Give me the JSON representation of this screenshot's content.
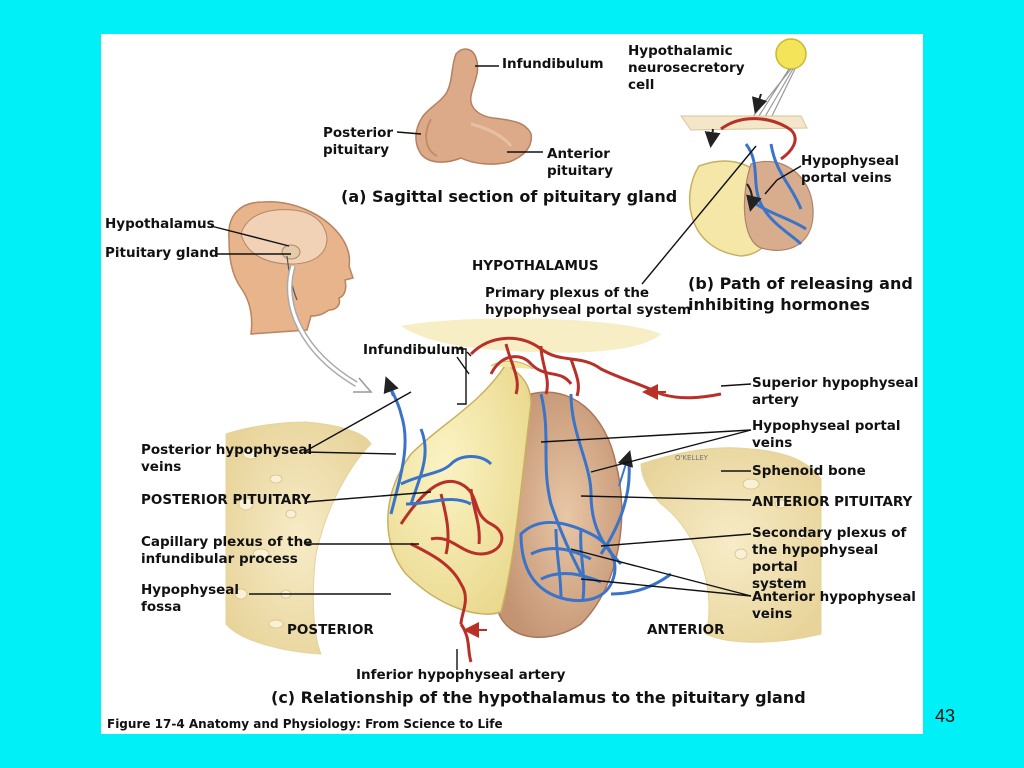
{
  "labels": {
    "infundibulum_a": "Infundibulum",
    "posterior_pituitary_a": "Posterior\npituitary",
    "anterior_pituitary_a": "Anterior\npituitary",
    "hypothalamic_cell": "Hypothalamic\nneurosecretory\ncell",
    "portal_veins_b": "Hypophyseal\nportal veins",
    "hypothalamus": "Hypothalamus",
    "pituitary_gland": "Pituitary gland",
    "hypothalamus_caps": "HYPOTHALAMUS",
    "primary_plexus": "Primary plexus of the\nhypophyseal portal system",
    "infundibulum_c": "Infundibulum",
    "superior_artery": "Superior hypophyseal\nartery",
    "portal_veins_c": "Hypophyseal portal\nveins",
    "sphenoid_bone": "Sphenoid bone",
    "anterior_pituitary_c": "ANTERIOR PITUITARY",
    "secondary_plexus": "Secondary plexus of\nthe hypophyseal portal\nsystem",
    "anterior_veins": "Anterior hypophyseal\nveins",
    "posterior_veins": "Posterior hypophyseal\nveins",
    "posterior_pituitary_c": "POSTERIOR PITUITARY",
    "capillary_plexus": "Capillary plexus of the\ninfundibular process",
    "hypophyseal_fossa": "Hypophyseal\nfossa",
    "posterior": "POSTERIOR",
    "anterior": "ANTERIOR",
    "inferior_artery": "Inferior hypophyseal artery",
    "artist_signature": "O'KELLEY"
  },
  "captions": {
    "a": "(a) Sagittal section of pituitary gland",
    "b": "(b) Path of releasing and\n     inhibiting hormones",
    "c": "(c) Relationship of the hypothalamus to the pituitary gland"
  },
  "figure_credit": "Figure 17-4  Anatomy and Physiology: From Science to Life",
  "page_number": "43",
  "colors": {
    "background": "#00f0f8",
    "panel": "#ffffff",
    "artery": "#b83028",
    "vein": "#3a74c8",
    "gland": "#f3e6a0",
    "bone": "#f1e2b8"
  }
}
